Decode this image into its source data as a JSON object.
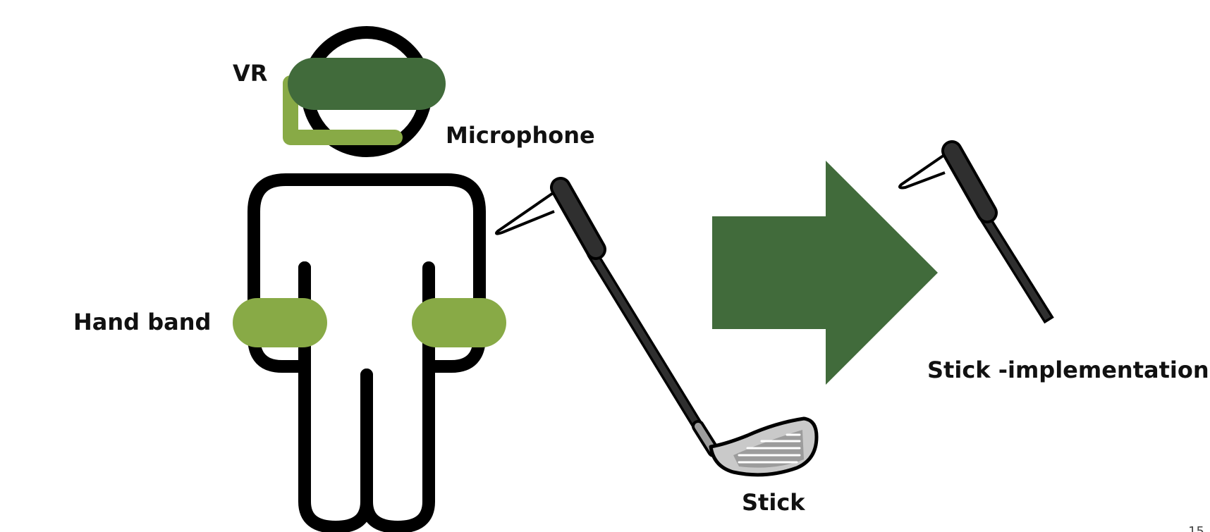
{
  "labels": {
    "vr": "VR",
    "microphone": "Microphone",
    "hand_band": "Hand band",
    "stick": "Stick",
    "stick_implementation": "Stick -implementation"
  },
  "page_number": "15",
  "colors": {
    "dark_green": "#416B3B",
    "light_green": "#88AA46",
    "outline": "#000000",
    "shaft": "#2F2F2F",
    "club_head": "#C9C9C9",
    "club_face": "#9C9C9C"
  },
  "icons": {
    "person": "person-icon",
    "headset": "vr-headset-icon",
    "microphone": "microphone-icon",
    "hand_band": "hand-band-icon",
    "golf_club": "golf-club-icon",
    "arrow": "right-arrow-icon",
    "implemented_stick": "stick-handle-icon"
  }
}
